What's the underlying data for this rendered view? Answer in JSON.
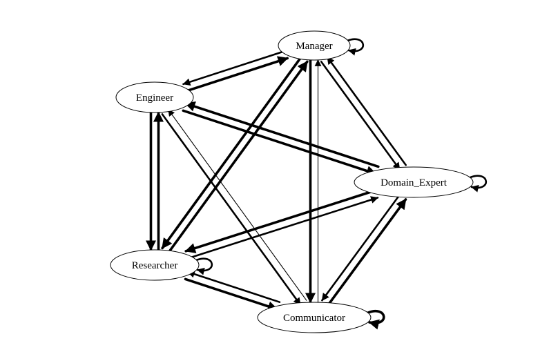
{
  "graph": {
    "directed": true,
    "nodes": [
      {
        "id": "manager",
        "label": "Manager"
      },
      {
        "id": "engineer",
        "label": "Engineer"
      },
      {
        "id": "domain_expert",
        "label": "Domain_Expert"
      },
      {
        "id": "researcher",
        "label": "Researcher"
      },
      {
        "id": "communicator",
        "label": "Communicator"
      }
    ],
    "edges": [
      {
        "from": "engineer",
        "to": "manager",
        "weight": "heavy"
      },
      {
        "from": "manager",
        "to": "engineer",
        "weight": "medium"
      },
      {
        "from": "engineer",
        "to": "domain_expert",
        "weight": "heavy"
      },
      {
        "from": "domain_expert",
        "to": "engineer",
        "weight": "heavy"
      },
      {
        "from": "engineer",
        "to": "researcher",
        "weight": "heavy"
      },
      {
        "from": "researcher",
        "to": "engineer",
        "weight": "heavy"
      },
      {
        "from": "engineer",
        "to": "communicator",
        "weight": "medium"
      },
      {
        "from": "communicator",
        "to": "engineer",
        "weight": "light"
      },
      {
        "from": "manager",
        "to": "domain_expert",
        "weight": "medium"
      },
      {
        "from": "domain_expert",
        "to": "manager",
        "weight": "medium"
      },
      {
        "from": "manager",
        "to": "researcher",
        "weight": "heavy"
      },
      {
        "from": "researcher",
        "to": "manager",
        "weight": "heavy"
      },
      {
        "from": "manager",
        "to": "communicator",
        "weight": "heavy"
      },
      {
        "from": "communicator",
        "to": "manager",
        "weight": "light"
      },
      {
        "from": "domain_expert",
        "to": "researcher",
        "weight": "heavy"
      },
      {
        "from": "researcher",
        "to": "domain_expert",
        "weight": "medium"
      },
      {
        "from": "domain_expert",
        "to": "communicator",
        "weight": "medium"
      },
      {
        "from": "communicator",
        "to": "domain_expert",
        "weight": "heavy"
      },
      {
        "from": "researcher",
        "to": "communicator",
        "weight": "heavy"
      },
      {
        "from": "communicator",
        "to": "researcher",
        "weight": "medium"
      },
      {
        "from": "manager",
        "to": "manager",
        "weight": "medium"
      },
      {
        "from": "domain_expert",
        "to": "domain_expert",
        "weight": "medium"
      },
      {
        "from": "researcher",
        "to": "researcher",
        "weight": "medium"
      },
      {
        "from": "communicator",
        "to": "communicator",
        "weight": "heavy"
      }
    ]
  }
}
